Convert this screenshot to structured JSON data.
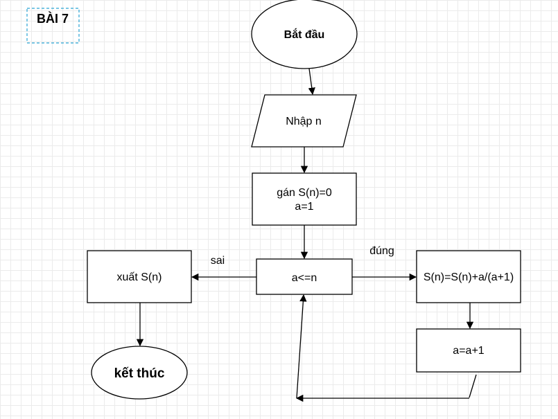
{
  "diagram": {
    "title": "BÀI 7",
    "nodes": {
      "start": "Bắt đầu",
      "input": "Nhập n",
      "init_line1": "gán S(n)=0",
      "init_line2": "a=1",
      "condition": "a<=n",
      "update_sum": "S(n)=S(n)+a/(a+1)",
      "increment": "a=a+1",
      "output": "xuất S(n)",
      "end": "kết thúc"
    },
    "edge_labels": {
      "true": "đúng",
      "false": "sai"
    }
  }
}
